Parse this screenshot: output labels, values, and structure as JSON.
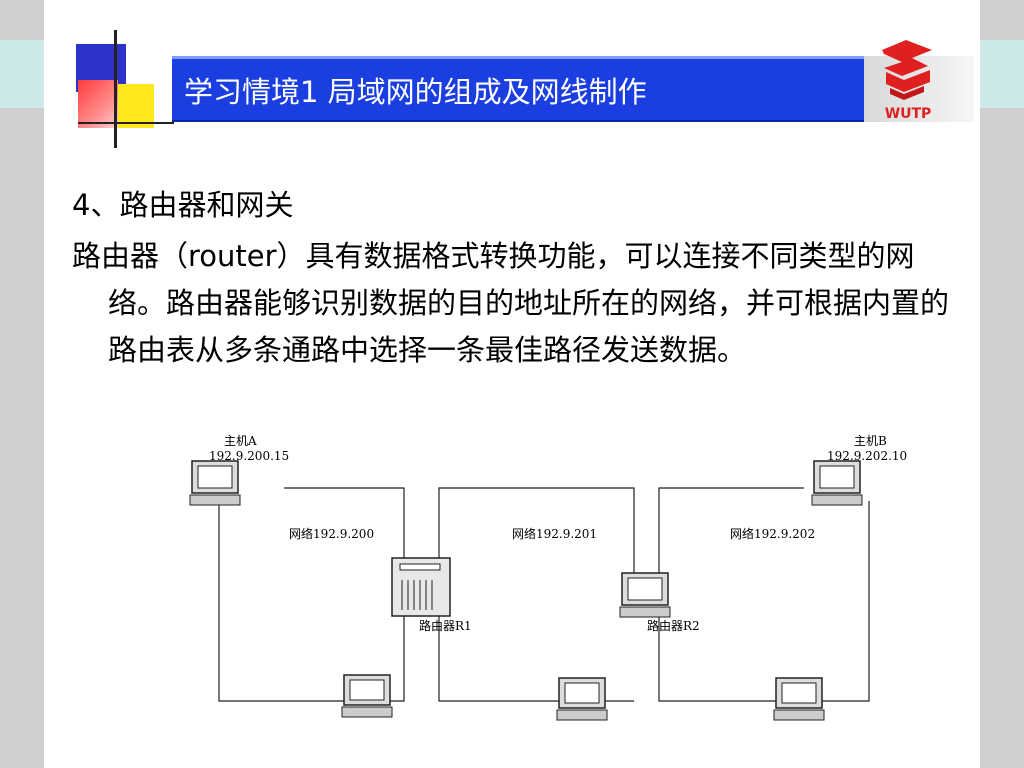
{
  "slide": {
    "title": "学习情境1 局域网的组成及网线制作",
    "logo_text": "WUTP",
    "heading": "4、路由器和网关",
    "paragraph": "路由器（router）具有数据格式转换功能，可以连接不同类型的网络。路由器能够识别数据的目的地址所在的网络，并可根据内置的路由表从多条通路中选择一条最佳路径发送数据。"
  },
  "diagram": {
    "hostA_name": "主机A",
    "hostA_ip": "192.9.200.15",
    "hostB_name": "主机B",
    "hostB_ip": "192.9.202.10",
    "net1": "网络192.9.200",
    "net2": "网络192.9.201",
    "net3": "网络192.9.202",
    "router1": "路由器R1",
    "router2": "路由器R2"
  },
  "colors": {
    "title_bar": "#1a3ee0",
    "logo_red": "#e02020"
  }
}
